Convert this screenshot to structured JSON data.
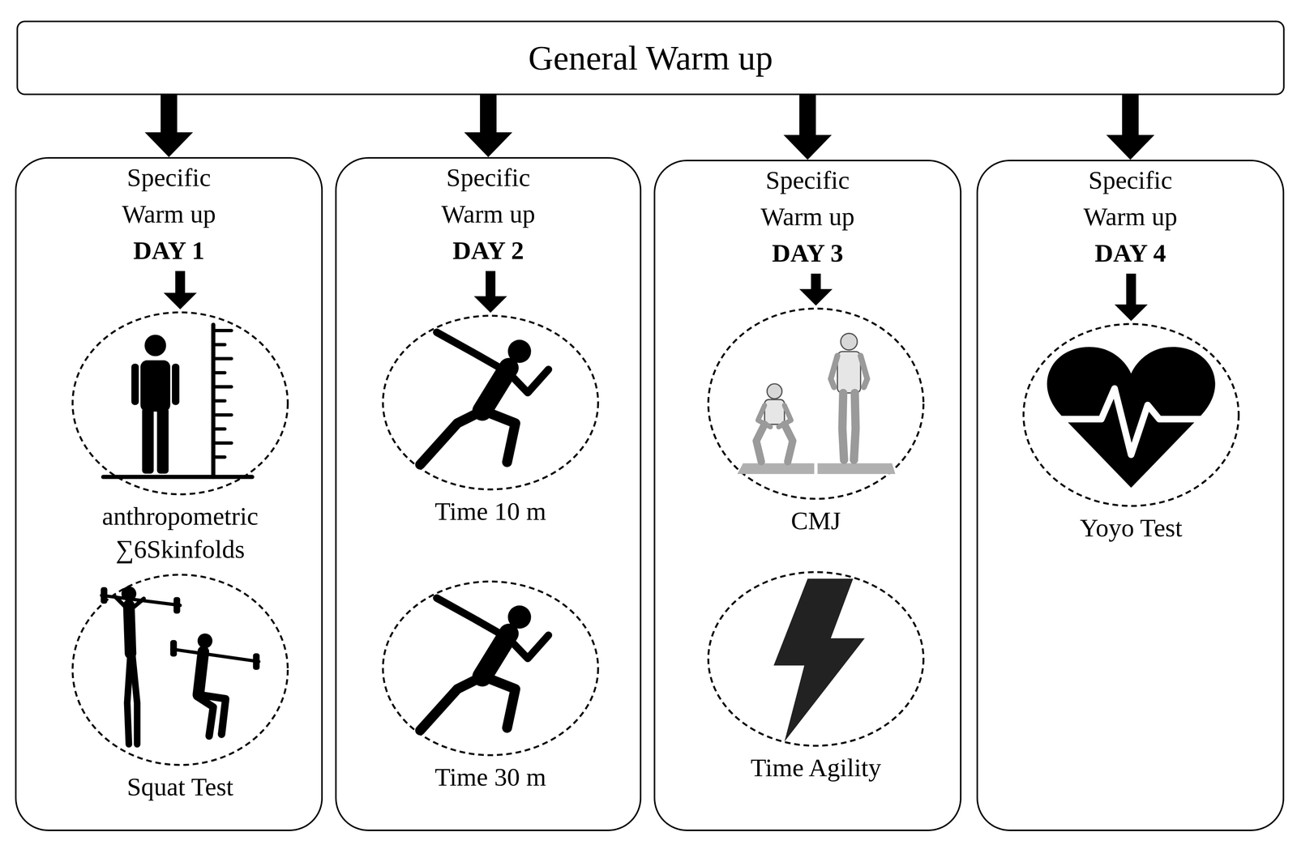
{
  "diagram": {
    "nodes": [
      {
        "text": [
          "General Warm up"
        ]
      },
      {
        "text": [
          "Specific Warm up",
          "DAY 1"
        ]
      },
      {
        "text": [
          "anthropometric ∑6Skinfolds"
        ],
        "in": 1
      },
      {
        "text": [
          "Squat Test"
        ],
        "in": 1
      },
      {
        "text": [
          "Specific Warm up",
          "DAY 2"
        ]
      },
      {
        "text": [
          "Time 10 m"
        ],
        "in": 4
      },
      {
        "text": [
          "Time 30 m"
        ],
        "in": 4
      },
      {
        "text": [
          "Specific Warm up",
          "DAY 3"
        ]
      },
      {
        "text": [
          "CMJ"
        ],
        "in": 7
      },
      {
        "text": [
          "Time Agility"
        ],
        "in": 7
      },
      {
        "text": [
          "Specific Warm up",
          "DAY 4"
        ]
      },
      {
        "text": [
          "Yoyo Test"
        ],
        "in": 10
      }
    ],
    "edges": [
      {
        "from": 0,
        "to": 1,
        "arrow": "to"
      },
      {
        "from": 0,
        "to": 4,
        "arrow": "to"
      },
      {
        "from": 0,
        "to": 7,
        "arrow": "to"
      },
      {
        "from": 0,
        "to": 10,
        "arrow": "to"
      },
      {
        "from": 1,
        "to": 2,
        "arrow": "to"
      },
      {
        "from": 4,
        "to": 5,
        "arrow": "to"
      },
      {
        "from": 7,
        "to": 8,
        "arrow": "to"
      },
      {
        "from": 10,
        "to": 11,
        "arrow": "to"
      }
    ]
  }
}
